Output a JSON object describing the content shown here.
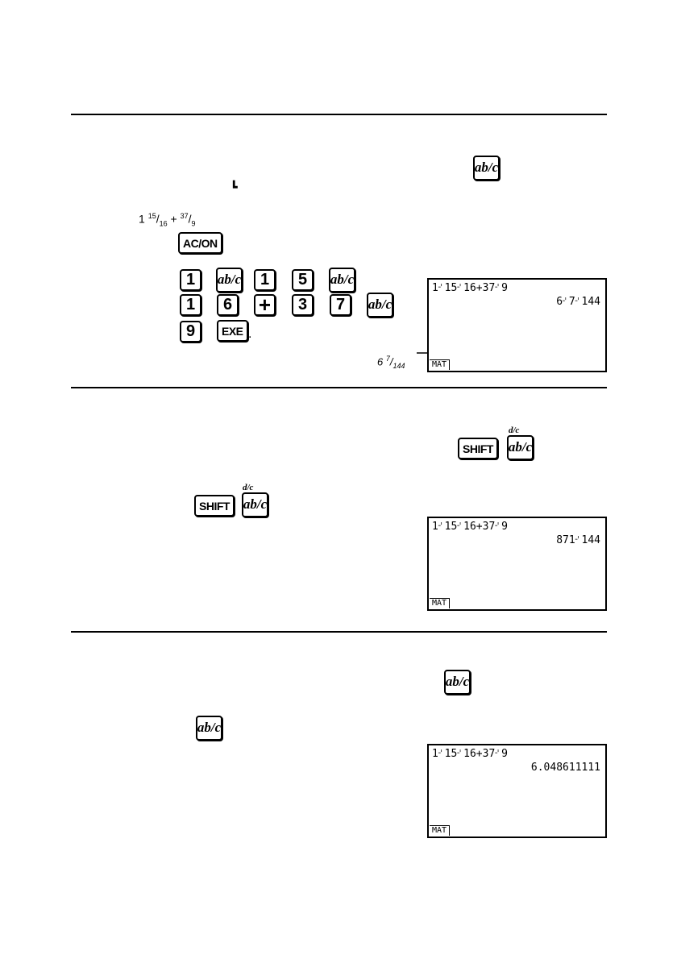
{
  "example": {
    "expr_whole": "1",
    "expr_num1": "15",
    "expr_den1": "16",
    "expr_op": "+",
    "expr_num2": "37",
    "expr_den2": "9",
    "separator_symbol": "┗"
  },
  "keys": {
    "ac_on": "AC/ON",
    "frac": "ab/c",
    "one": "1",
    "five": "5",
    "six": "6",
    "three": "3",
    "seven": "7",
    "nine": "9",
    "plus": "+",
    "exe": "EXE",
    "shift": "SHIFT",
    "dc_label": "d/c",
    "period": "."
  },
  "result_label": {
    "whole": "6",
    "num": "7",
    "den": "144"
  },
  "screens": [
    {
      "line1": "1⌏15⌏16+37⌏9",
      "line2": "6⌏7⌏144",
      "status": "MAT"
    },
    {
      "line1": "1⌏15⌏16+37⌏9",
      "line2": "871⌏144",
      "status": "MAT"
    },
    {
      "line1": "1⌏15⌏16+37⌏9",
      "line2": "6.048611111",
      "status": "MAT"
    }
  ]
}
